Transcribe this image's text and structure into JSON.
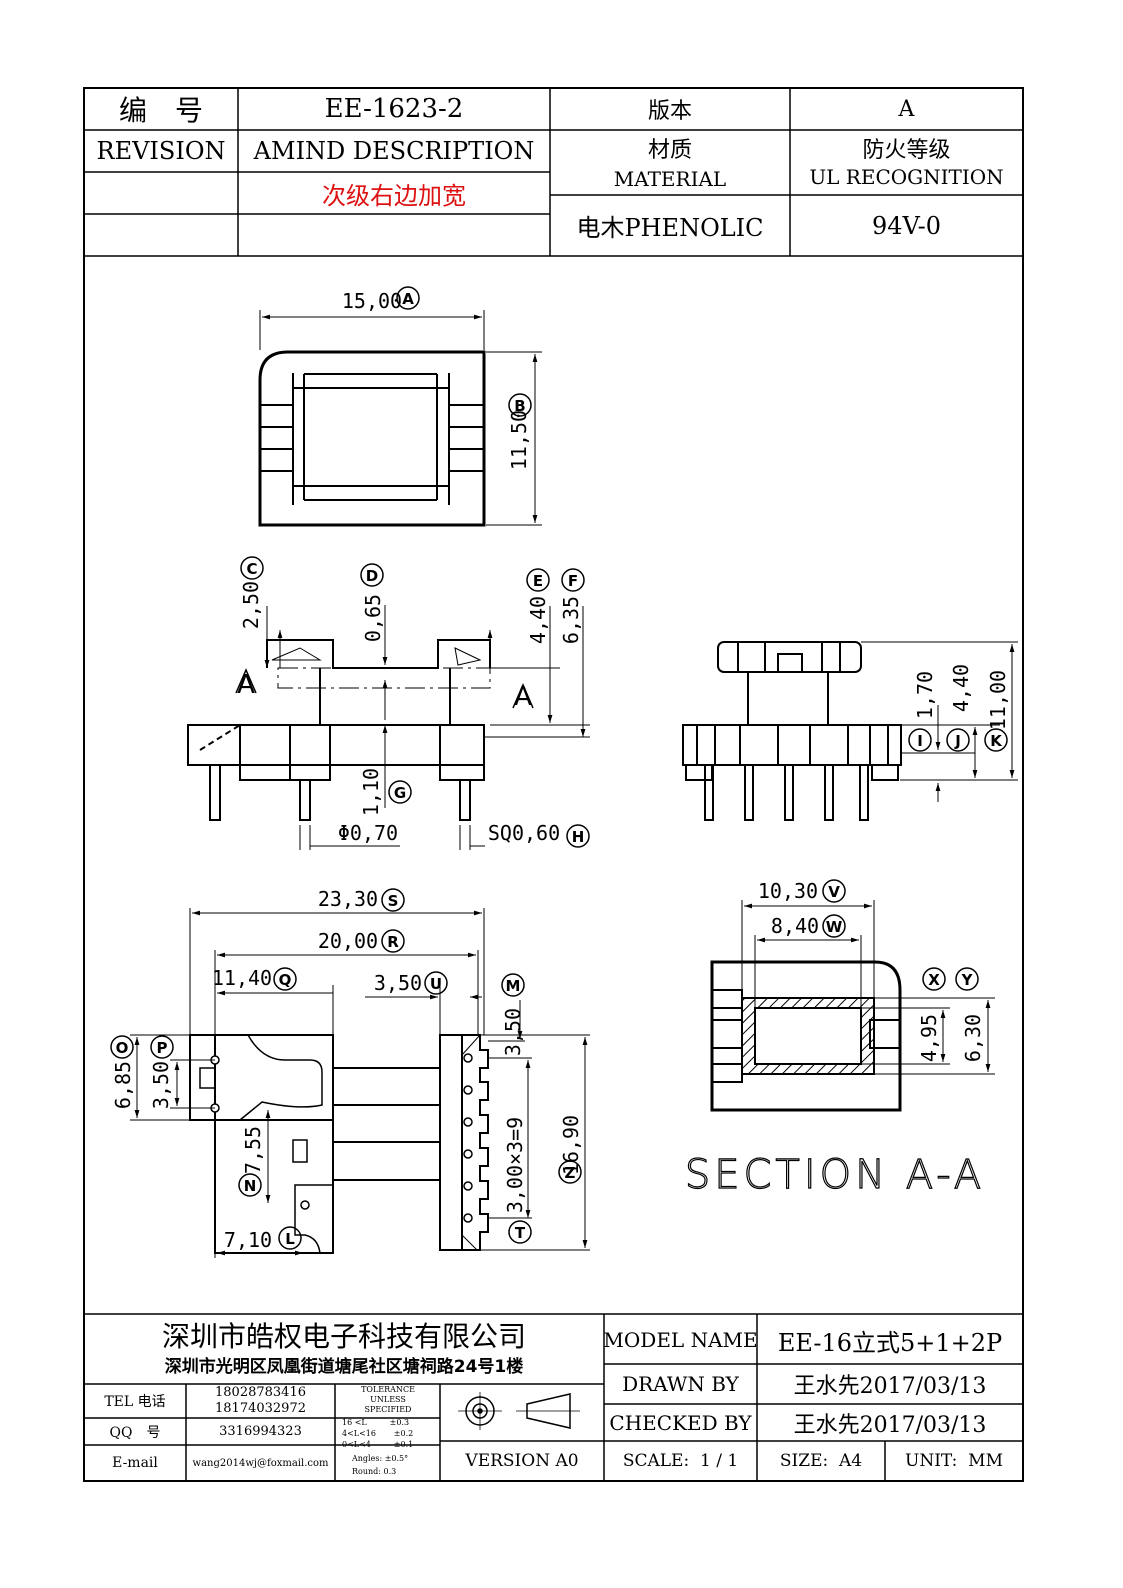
{
  "header": {
    "number_label": "编　号",
    "number_value": "EE-1623-2",
    "version_label": "版本",
    "version_value": "A",
    "revision_label": "REVISION",
    "description_label": "AMIND DESCRIPTION",
    "revision_note": "次级右边加宽",
    "material_label_cn": "材质",
    "material_label_en": "MATERIAL",
    "fire_label_cn": "防火等级",
    "fire_label_en": "UL RECOGNITION",
    "material_value": "电木PHENOLIC",
    "fire_value": "94V-0"
  },
  "dims": {
    "A": "15,00",
    "B": "11,50",
    "C": "2,50",
    "D": "0,65",
    "E": "4,40",
    "F": "6,35",
    "G": "1,10",
    "dia": "Φ0,70",
    "H": "SQ0,60",
    "I": "1,70",
    "J": "4,40",
    "K": "11,00",
    "S": "23,30",
    "R": "20,00",
    "Q": "11,40",
    "U": "3,50",
    "M": "3,50",
    "O": "6,85",
    "P": "3,50",
    "N": "7,55",
    "L": "7,10",
    "T": "3,00×3=9",
    "Z": "16,90",
    "V": "10,30",
    "W": "8,40",
    "X": "4,95",
    "Y": "6,30"
  },
  "section_label": "SECTION A-A",
  "cut_label": "A",
  "title_block": {
    "company": "深圳市皓权电子科技有限公司",
    "address": "深圳市光明区凤凰街道塘尾社区塘祠路24号1楼",
    "tel_label": "TEL 电话",
    "tel1": "18028783416",
    "tel2": "18174032972",
    "qq_label": "QQ　号",
    "qq_value": "3316994323",
    "email_label": "E-mail",
    "email_value": "wang2014wj@foxmail.com",
    "tol": [
      "TOLERANCE",
      "UNLESS",
      "SPECIFIED",
      "16 <L         ±0.3",
      "4<L<16       ±0.2",
      "0<L<4         ±0.1",
      "Angles: ±0.5°",
      "Round: 0.3"
    ],
    "version": "VERSION A0",
    "model_label": "MODEL NAME",
    "model_value": "EE-16立式5+1+2P",
    "drawn_label": "DRAWN BY",
    "drawn_value": "王水先2017/03/13",
    "checked_label": "CHECKED BY",
    "checked_value": "王水先2017/03/13",
    "scale": "SCALE:  1 / 1",
    "size": "SIZE:  A4",
    "unit": "UNIT:  MM"
  }
}
